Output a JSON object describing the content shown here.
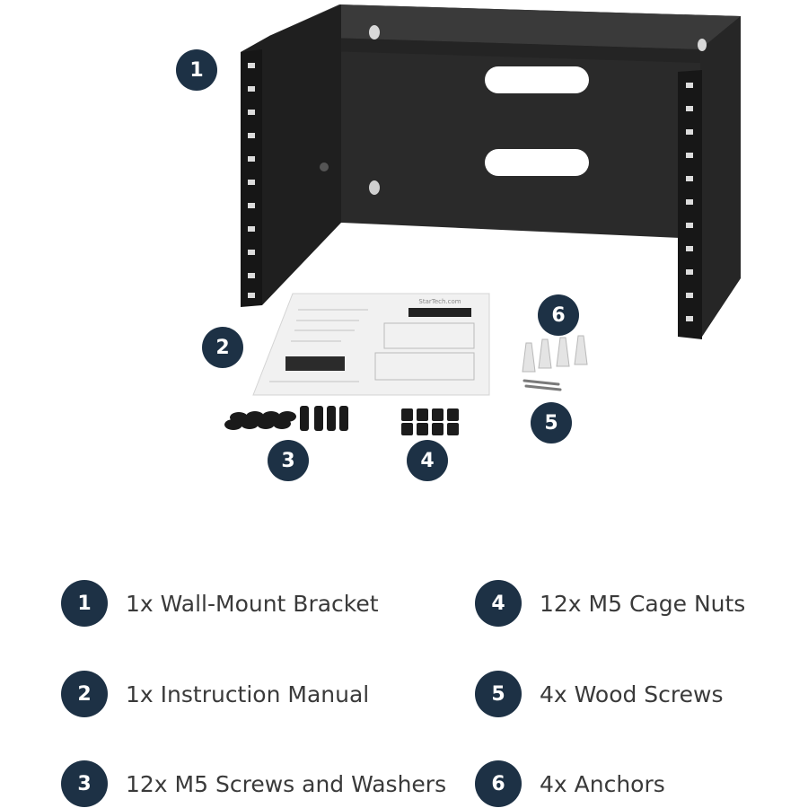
{
  "colors": {
    "badge": "#1d3145",
    "bracket": "#1e1e1e",
    "label_text": "#3a3a3a"
  },
  "scene": {
    "callouts": [
      "1",
      "2",
      "3",
      "4",
      "5",
      "6"
    ],
    "manual_brand": "StarTech.com"
  },
  "legend": {
    "items": [
      {
        "number": "1",
        "label": "1x Wall-Mount Bracket"
      },
      {
        "number": "2",
        "label": "1x Instruction Manual"
      },
      {
        "number": "3",
        "label": "12x M5 Screws and Washers"
      },
      {
        "number": "4",
        "label": "12x M5 Cage Nuts"
      },
      {
        "number": "5",
        "label": "4x Wood Screws"
      },
      {
        "number": "6",
        "label": "4x Anchors"
      }
    ]
  }
}
